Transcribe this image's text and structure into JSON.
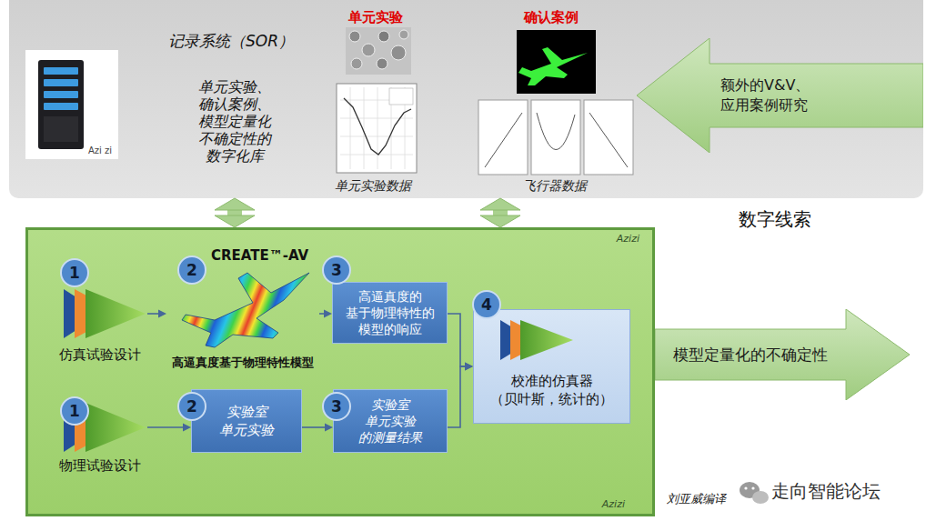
{
  "diagram": {
    "nodes": [
      {
        "text": [
          "记录系统（SOR）",
          "单元实验、 确认案例、 模型定量化 不确定性的 数字化库"
        ]
      },
      {
        "text": [
          "额外的V&V、 应用案例研究"
        ],
        "in": 0
      },
      {
        "text": [
          "Azizi",
          "Azizi"
        ]
      },
      {
        "text": [
          "仿真试验设计"
        ],
        "in": 2
      },
      {
        "text": [
          "CREATE™-AV",
          "高逼真度基于物理特性模型"
        ],
        "in": 2
      },
      {
        "text": [
          "高逼真度的 基于物理特性的 模型的响应"
        ],
        "in": 2
      },
      {
        "text": [
          "物理试验设计"
        ],
        "in": 2
      },
      {
        "text": [
          "实验室 单元实验"
        ],
        "in": 2
      },
      {
        "text": [
          "实验室 单元实验 的测量结果"
        ],
        "in": 2
      },
      {
        "text": [
          "校准的仿真器 （贝叶斯，统计的）"
        ],
        "in": 2
      },
      {
        "text": [
          "模型定量化的不确定性"
        ]
      }
    ],
    "edges": [
      {
        "from": 0,
        "to": 2,
        "arrow": "both"
      },
      {
        "from": 0,
        "to": 2,
        "arrow": "both"
      },
      {
        "from": 3,
        "to": 4,
        "arrow": "to"
      },
      {
        "from": 4,
        "to": 5,
        "arrow": "to"
      },
      {
        "from": 5,
        "to": 9,
        "arrow": "to"
      },
      {
        "from": 6,
        "to": 7,
        "arrow": "to"
      },
      {
        "from": 7,
        "to": 8,
        "arrow": "to"
      },
      {
        "from": 8,
        "to": 9,
        "arrow": "to"
      }
    ],
    "labels": [
      "单元实验",
      "单元实验数据",
      "确认案例",
      "飞行器数据",
      "Azi zi",
      "数字线索",
      "1",
      "2",
      "3",
      "1",
      "2",
      "3",
      "4",
      "刘亚威编译",
      "走向智能论坛"
    ]
  }
}
